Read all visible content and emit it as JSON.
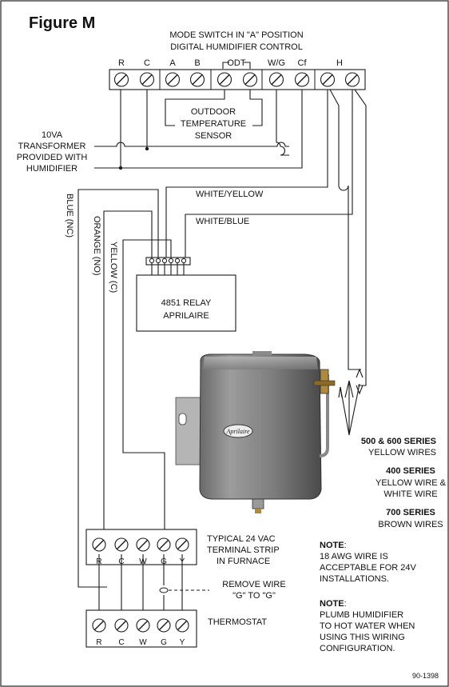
{
  "figure": {
    "title": "Figure M",
    "header_line1": "MODE SWITCH IN \"A\" POSITION",
    "header_line2": "DIGITAL HUMIDIFIER CONTROL",
    "control_terminals": [
      "R",
      "C",
      "A",
      "B",
      "ODT",
      "W/G",
      "Cf",
      "H"
    ],
    "outdoor_sensor": [
      "OUTDOOR",
      "TEMPERATURE",
      "SENSOR"
    ],
    "transformer": [
      "10VA",
      "TRANSFORMER",
      "PROVIDED WITH",
      "HUMIDIFIER"
    ],
    "wire_labels": {
      "white_yellow": "WHITE/YELLOW",
      "white_blue": "WHITE/BLUE",
      "blue_nc": "BLUE (NC)",
      "orange_no": "ORANGE (NO)",
      "yellow_c": "YELLOW (C)"
    },
    "relay": [
      "4851 RELAY",
      "APRILAIRE"
    ],
    "humidifier_brand": "Aprilaire",
    "series": [
      {
        "title": "500 & 600 SERIES",
        "lines": [
          "YELLOW WIRES"
        ]
      },
      {
        "title": "400 SERIES",
        "lines": [
          "YELLOW WIRE &",
          "WHITE WIRE"
        ]
      },
      {
        "title": "700 SERIES",
        "lines": [
          "BROWN WIRES"
        ]
      }
    ],
    "furnace_label": [
      "TYPICAL 24 VAC",
      "TERMINAL STRIP",
      "IN FURNACE"
    ],
    "furnace_terminals": [
      "R",
      "C",
      "W",
      "G",
      "Y"
    ],
    "remove_wire": [
      "REMOVE WIRE",
      "\"G\" TO \"G\""
    ],
    "thermostat_label": "THERMOSTAT",
    "thermostat_terminals": [
      "R",
      "C",
      "W",
      "G",
      "Y"
    ],
    "note1": {
      "title": "NOTE",
      "colon": ":",
      "lines": [
        "18 AWG WIRE IS",
        "ACCEPTABLE FOR 24V",
        "INSTALLATIONS."
      ]
    },
    "note2": {
      "title": "NOTE",
      "colon": ":",
      "lines": [
        "PLUMB HUMIDIFIER",
        "TO HOT WATER WHEN",
        "USING THIS WIRING",
        "CONFIGURATION."
      ]
    },
    "part_number": "90-1398"
  }
}
